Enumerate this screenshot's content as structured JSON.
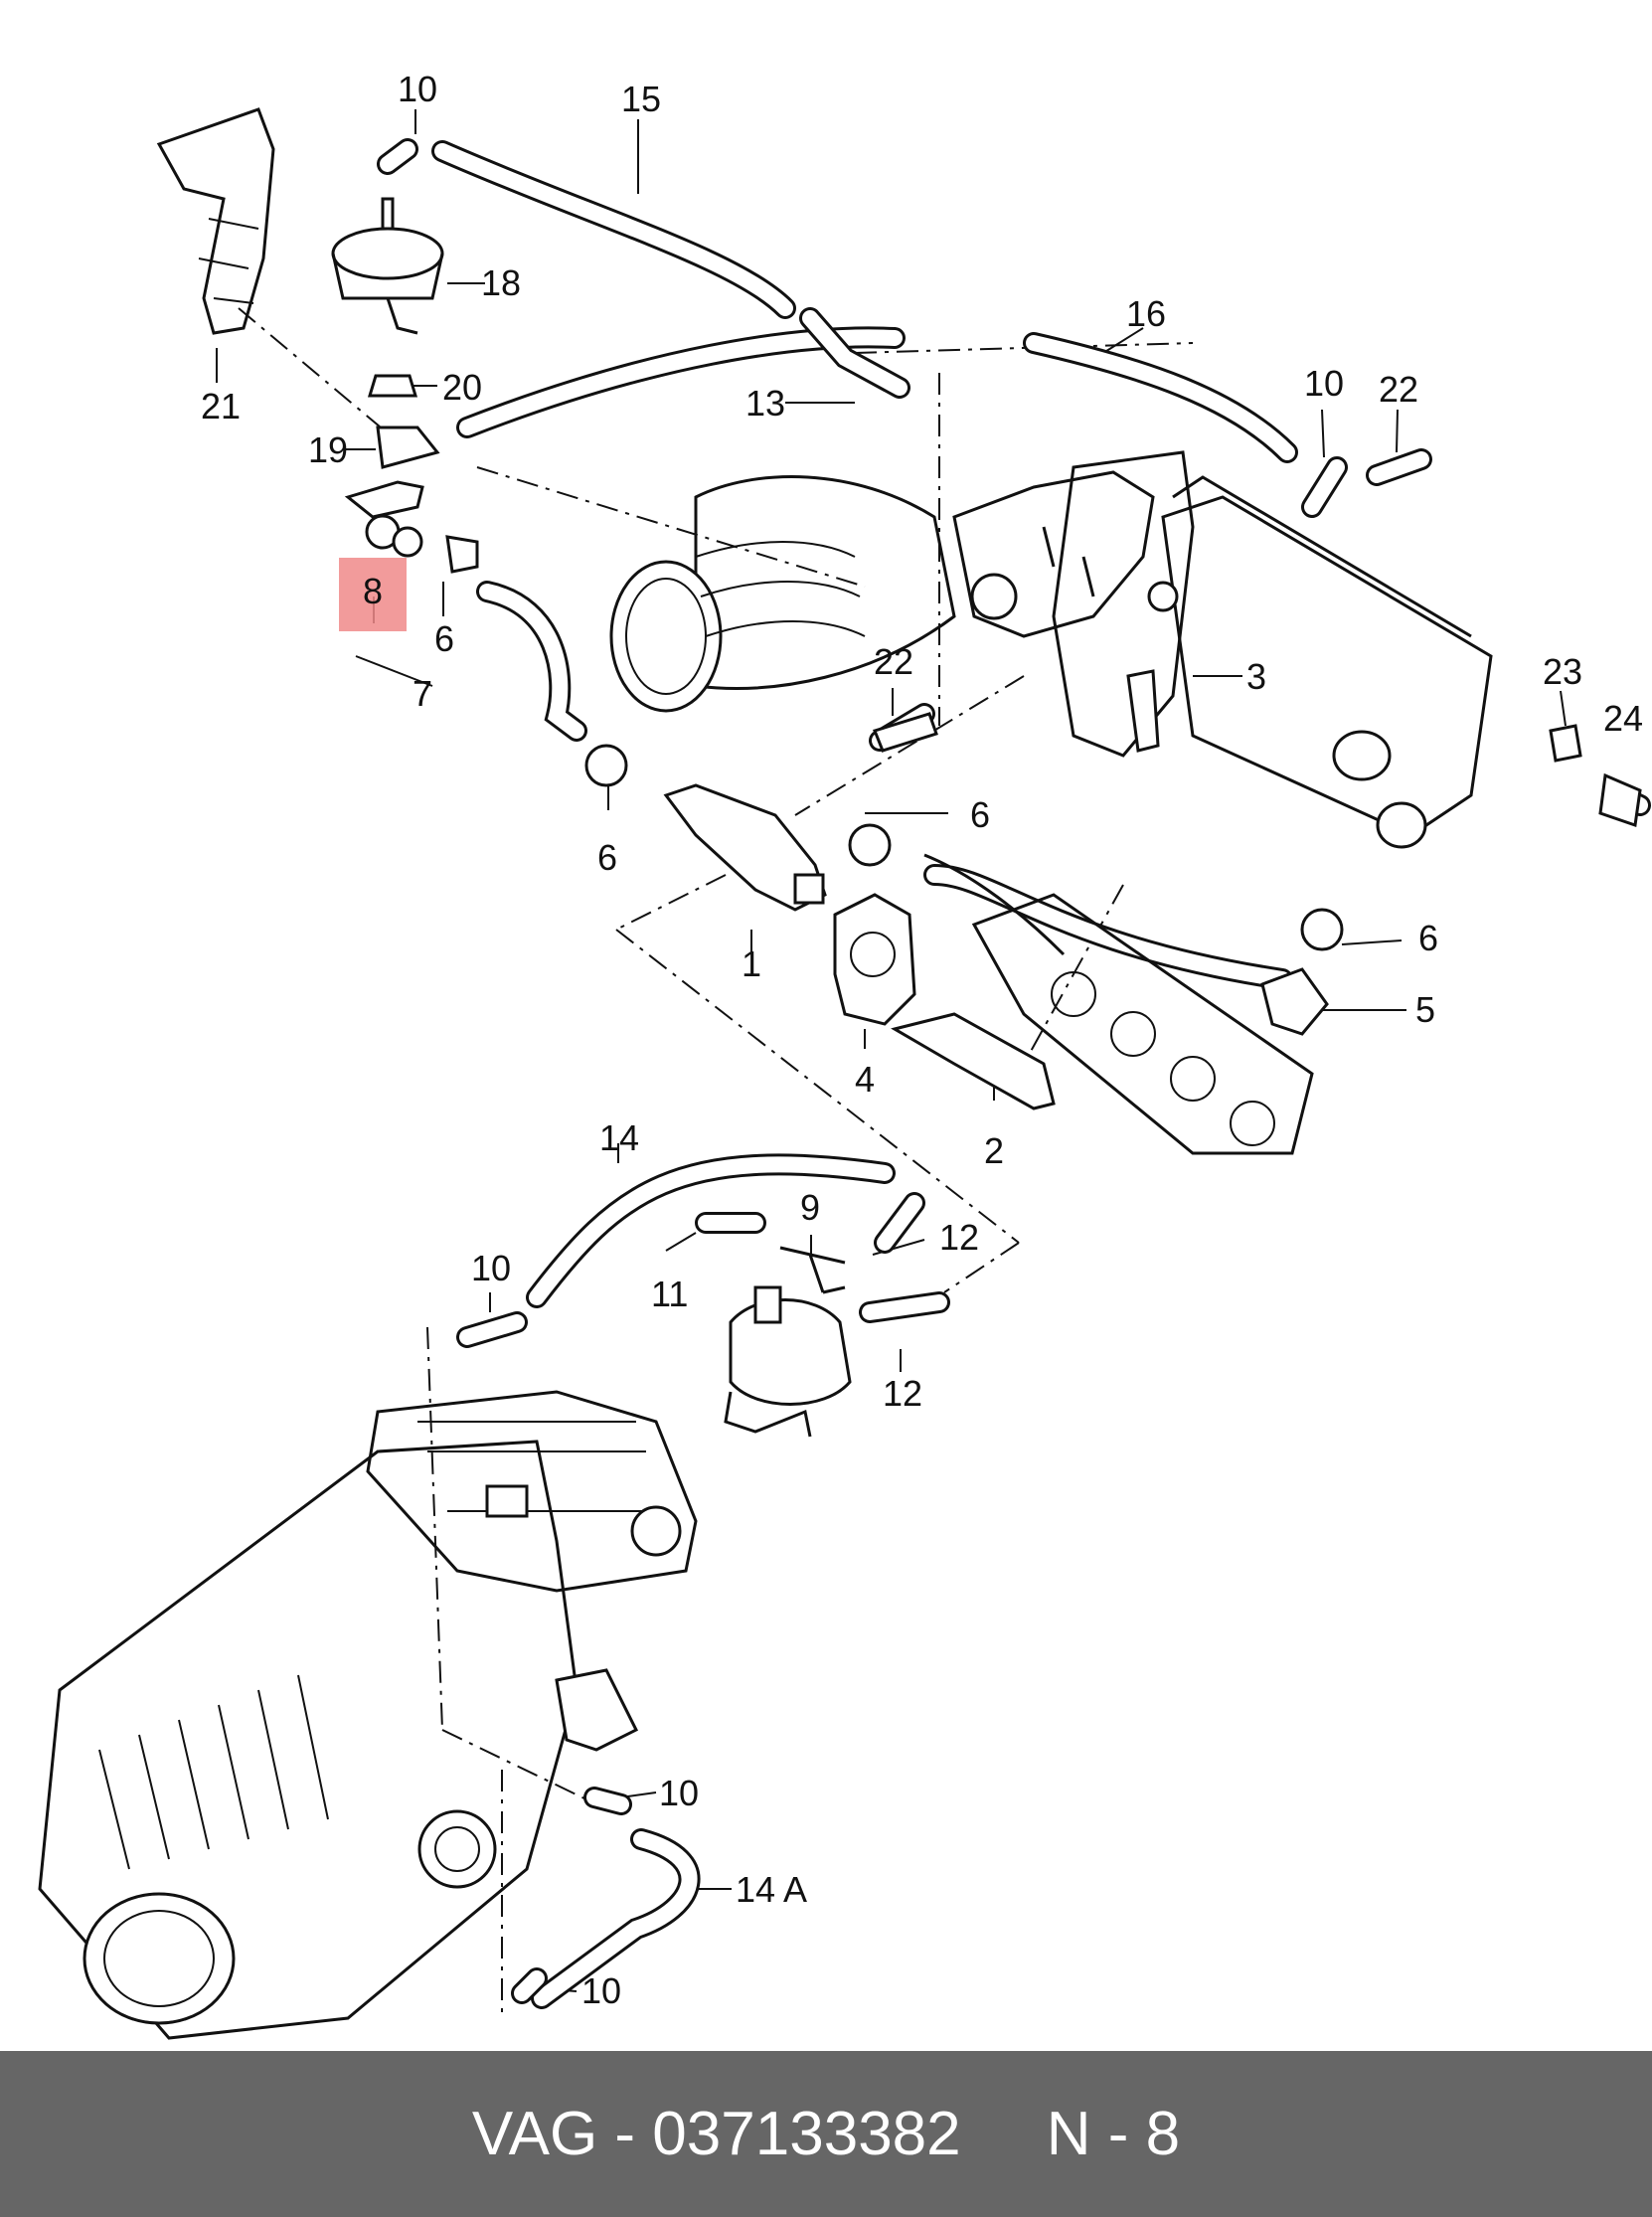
{
  "diagram": {
    "callouts": [
      {
        "id": "c10a",
        "text": "10"
      },
      {
        "id": "c15",
        "text": "15"
      },
      {
        "id": "c18",
        "text": "18"
      },
      {
        "id": "c21",
        "text": "21"
      },
      {
        "id": "c20",
        "text": "20"
      },
      {
        "id": "c19",
        "text": "19"
      },
      {
        "id": "c13",
        "text": "13"
      },
      {
        "id": "c16",
        "text": "16"
      },
      {
        "id": "c10b",
        "text": "10"
      },
      {
        "id": "c22a",
        "text": "22"
      },
      {
        "id": "c8",
        "text": "8"
      },
      {
        "id": "c6a",
        "text": "6"
      },
      {
        "id": "c7",
        "text": "7"
      },
      {
        "id": "c22b",
        "text": "22"
      },
      {
        "id": "c3",
        "text": "3"
      },
      {
        "id": "c23",
        "text": "23"
      },
      {
        "id": "c24",
        "text": "24"
      },
      {
        "id": "c6b",
        "text": "6"
      },
      {
        "id": "c6c",
        "text": "6"
      },
      {
        "id": "c1",
        "text": "1"
      },
      {
        "id": "c6d",
        "text": "6"
      },
      {
        "id": "c5",
        "text": "5"
      },
      {
        "id": "c4",
        "text": "4"
      },
      {
        "id": "c2",
        "text": "2"
      },
      {
        "id": "c14",
        "text": "14"
      },
      {
        "id": "c9",
        "text": "9"
      },
      {
        "id": "c12a",
        "text": "12"
      },
      {
        "id": "c11",
        "text": "11"
      },
      {
        "id": "c10c",
        "text": "10"
      },
      {
        "id": "c12b",
        "text": "12"
      },
      {
        "id": "c10d",
        "text": "10"
      },
      {
        "id": "c14a",
        "text": "14 A"
      },
      {
        "id": "c10e",
        "text": "10"
      }
    ],
    "highlighted_part": "8"
  },
  "footer": {
    "text": "VAG - 037133382     N - 8"
  }
}
